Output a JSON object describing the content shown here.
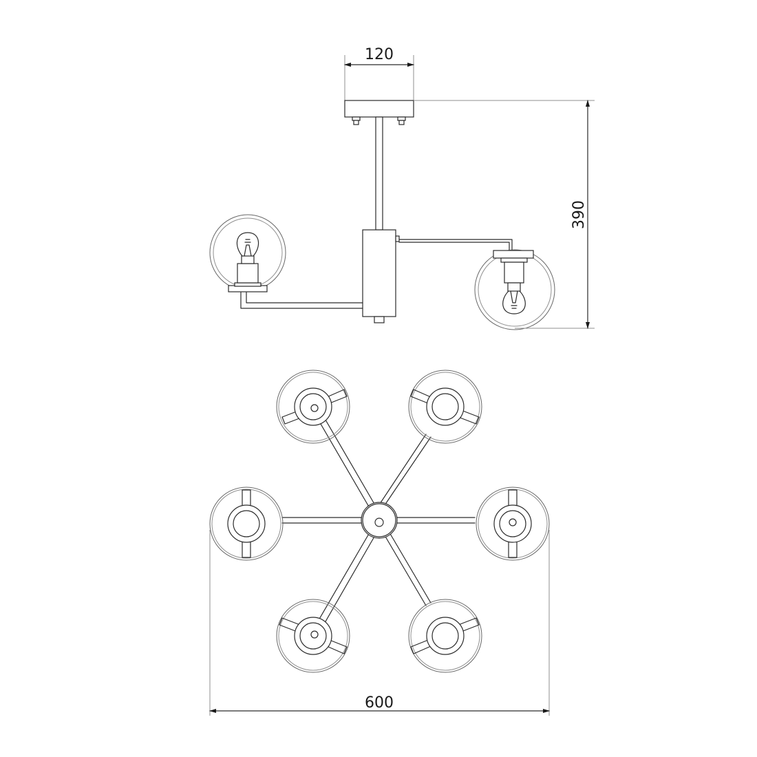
{
  "dimensions": {
    "canopy_width": "120",
    "height": "390",
    "width": "600"
  },
  "colors": {
    "line": "#2a2a2a",
    "background": "#ffffff"
  }
}
